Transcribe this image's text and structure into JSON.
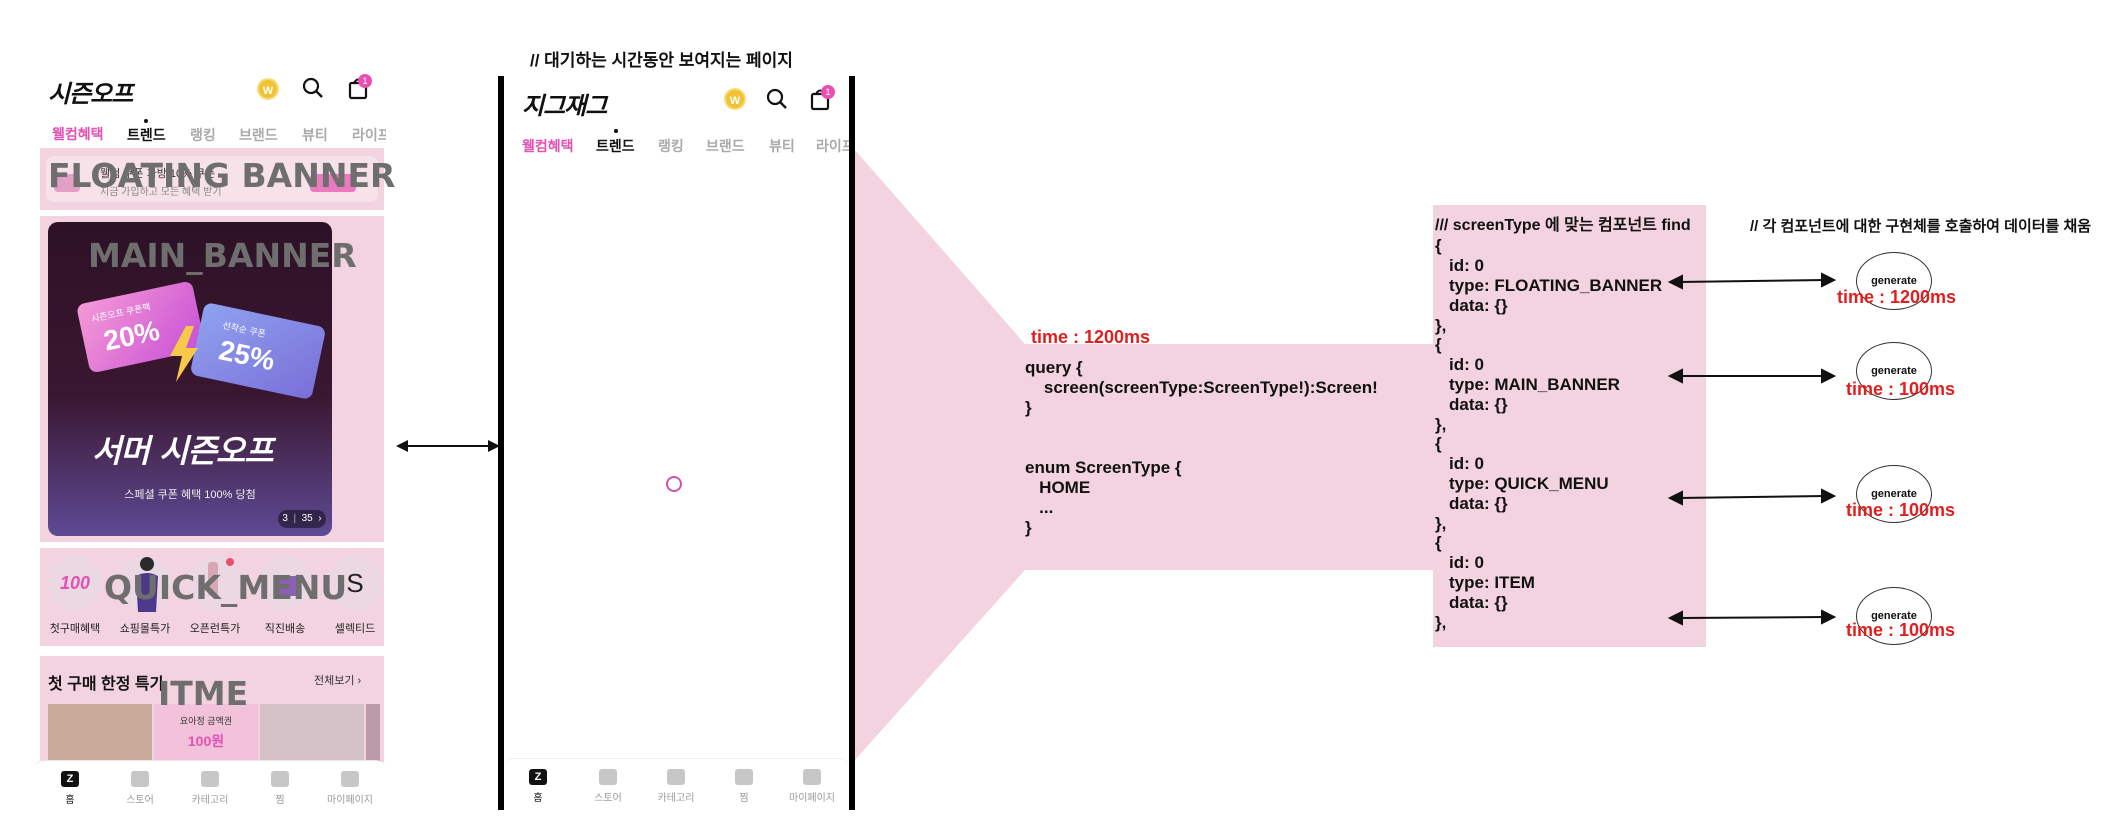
{
  "left_phone": {
    "logo": "시즌오프",
    "coin_label": "W",
    "cart_count": "1",
    "tabs": [
      "웰컴혜택",
      "트렌드",
      "랭킹",
      "브랜드",
      "뷰티",
      "라이프"
    ],
    "floating_banner": {
      "overlay": "FLOATING BANNER",
      "line1": "웰컴 쿠폰 가방 10% 쿠폰",
      "line2": "지금 가입하고 모든 혜택 받기"
    },
    "main_banner": {
      "overlay": "MAIN_BANNER",
      "coupon1_caption": "시즌오프 쿠폰팩",
      "coupon1_value": "20%",
      "coupon2_caption": "선착순 쿠폰",
      "coupon2_value": "25%",
      "headline": "서머 시즌오프",
      "subtitle": "스페셜 쿠폰 혜택 100% 당첨",
      "pager_current": "3",
      "pager_total": "35"
    },
    "quick_menu": {
      "overlay": "QUICK_MENU",
      "items": [
        "첫구매혜택",
        "쇼핑몰특가",
        "오픈런특가",
        "직진배송",
        "셀렉티드"
      ],
      "first_icon_text": "100",
      "last_icon_text": "S"
    },
    "item_section": {
      "overlay": "ITME",
      "title": "첫 구매 한정 특가",
      "more": "전체보기",
      "promo_line1": "요아정 금액권",
      "promo_line2": "100원"
    },
    "bottom_nav": [
      "홈",
      "스토어",
      "카테고리",
      "찜",
      "마이페이지"
    ],
    "home_icon_text": "Z"
  },
  "middle_phone": {
    "caption": "//  대기하는 시간동안 보여지는 페이지",
    "logo": "지그재그",
    "coin_label": "W",
    "cart_count": "1",
    "tabs": [
      "웰컴혜택",
      "트렌드",
      "랭킹",
      "브랜드",
      "뷰티",
      "라이프"
    ],
    "bottom_nav": [
      "홈",
      "스토어",
      "카테고리",
      "찜",
      "마이페이지"
    ],
    "home_icon_text": "Z"
  },
  "query_box": {
    "time": "time : 1200ms",
    "code": "query {\n    screen(screenType:ScreenType!):Screen!\n}\n\n\nenum ScreenType {\n   HOME\n   ...\n}"
  },
  "components_box": {
    "header": "/// screenType 에 맞는 컴포넌트 find",
    "entries": [
      {
        "open": "{",
        "id": "id: 0",
        "type": "type: FLOATING_BANNER",
        "data": "data: {}",
        "close": "},"
      },
      {
        "open": "{",
        "id": "id: 0",
        "type": "type: MAIN_BANNER",
        "data": "data: {}",
        "close": "},"
      },
      {
        "open": "{",
        "id": "id: 0",
        "type": "type: QUICK_MENU",
        "data": "data: {}",
        "close": "},"
      },
      {
        "open": "{",
        "id": "id: 0",
        "type": "type: ITEM",
        "data": "data: {}",
        "close": "},"
      }
    ]
  },
  "generate_column": {
    "comment": "// 각 컴포넌트에 대한 구현체를 호출하여 데이터를 채움",
    "nodes": [
      {
        "label": "generate",
        "time": "time : 1200ms"
      },
      {
        "label": "generate",
        "time": "time : 100ms"
      },
      {
        "label": "generate",
        "time": "time : 100ms"
      },
      {
        "label": "generate",
        "time": "time : 100ms"
      }
    ]
  },
  "colors": {
    "pink_box": "#f3d3e0",
    "accent_text": "#e152b4",
    "time_red": "#e02020",
    "banner_dark": "#3a1730"
  }
}
